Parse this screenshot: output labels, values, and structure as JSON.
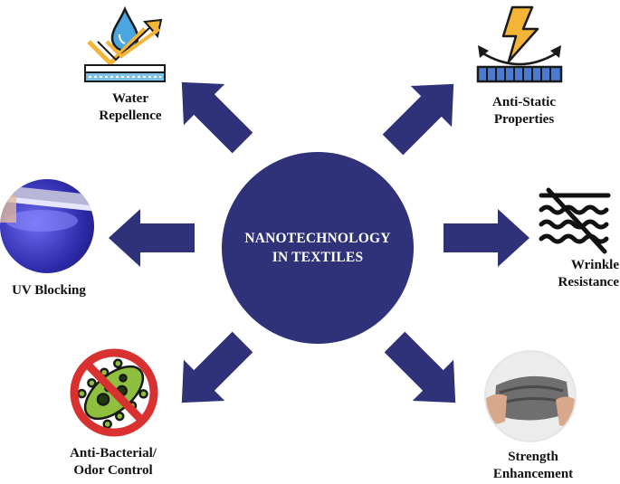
{
  "diagram": {
    "center": {
      "line1": "NANOTECHNOLOGY",
      "line2": "IN TEXTILES"
    },
    "colors": {
      "primary": "#2f3179",
      "accent": "#f4b436",
      "bacteria": "#8fbf3f",
      "prohibit": "#d8312f",
      "uvlight": "#4b45d6"
    },
    "nodes": {
      "water": {
        "line1": "Water",
        "line2": "Repellence",
        "icon": "water-drop-fabric-icon"
      },
      "static": {
        "line1": "Anti-Static",
        "line2": "Properties",
        "icon": "lightning-fabric-icon"
      },
      "uv": {
        "line1": "UV Blocking",
        "icon": "uv-light-photo"
      },
      "wrinkle": {
        "line1": "Wrinkle",
        "line2": "Resistance",
        "icon": "no-wrinkle-icon"
      },
      "bacteria": {
        "line1": "Anti-Bacterial/",
        "line2": "Odor Control",
        "icon": "no-bacteria-icon"
      },
      "strength": {
        "line1": "Strength",
        "line2": "Enhancement",
        "icon": "stretch-fabric-photo"
      }
    }
  }
}
